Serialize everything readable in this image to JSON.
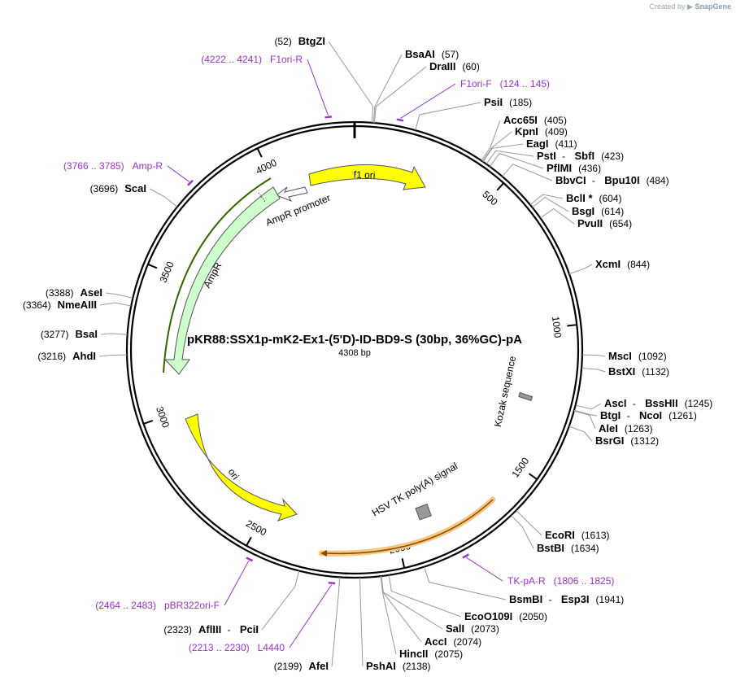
{
  "credit": {
    "prefix": "Created by",
    "brand": "SnapGene"
  },
  "plasmid": {
    "name": "pKR88:SSX1p-mK2-Ex1-(5'D)-ID-BD9-S (30bp, 36%GC)-pA",
    "size_label": "4308 bp",
    "length": 4308
  },
  "ticks": [
    {
      "label": "500",
      "pos": 500
    },
    {
      "label": "1000",
      "pos": 1000
    },
    {
      "label": "1500",
      "pos": 1500
    },
    {
      "label": "2000",
      "pos": 2000
    },
    {
      "label": "2500",
      "pos": 2500
    },
    {
      "label": "3000",
      "pos": 3000
    },
    {
      "label": "3500",
      "pos": 3500
    },
    {
      "label": "4000",
      "pos": 4000
    }
  ],
  "sites": [
    {
      "name": "BtgZI",
      "pos": "(52)",
      "p": 52,
      "posFirst": true
    },
    {
      "name": "BsaAI",
      "pos": "(57)",
      "p": 57
    },
    {
      "name": "DraIII",
      "pos": "(60)",
      "p": 60
    },
    {
      "name": "PsiI",
      "pos": "(185)",
      "p": 185
    },
    {
      "name": "Acc65I",
      "pos": "(405)",
      "p": 405
    },
    {
      "name": "KpnI",
      "pos": "(409)",
      "p": 409
    },
    {
      "name": "EagI",
      "pos": "(411)",
      "p": 411
    },
    {
      "name": "PstI",
      "name2": "SbfI",
      "pos": "(423)",
      "p": 423
    },
    {
      "name": "PflMI",
      "pos": "(436)",
      "p": 436
    },
    {
      "name": "BbvCI",
      "name2": "Bpu10I",
      "pos": "(484)",
      "p": 484
    },
    {
      "name": "BclI *",
      "pos": "(604)",
      "p": 604
    },
    {
      "name": "BsgI",
      "pos": "(614)",
      "p": 614
    },
    {
      "name": "PvuII",
      "pos": "(654)",
      "p": 654
    },
    {
      "name": "XcmI",
      "pos": "(844)",
      "p": 844
    },
    {
      "name": "MscI",
      "pos": "(1092)",
      "p": 1092
    },
    {
      "name": "BstXI",
      "pos": "(1132)",
      "p": 1132
    },
    {
      "name": "AscI",
      "name2": "BssHII",
      "pos": "(1245)",
      "p": 1245
    },
    {
      "name": "BtgI",
      "name2": "NcoI",
      "pos": "(1261)",
      "p": 1261
    },
    {
      "name": "AleI",
      "pos": "(1263)",
      "p": 1263
    },
    {
      "name": "BsrGI",
      "pos": "(1312)",
      "p": 1312
    },
    {
      "name": "EcoRI",
      "pos": "(1613)",
      "p": 1613
    },
    {
      "name": "BstBI",
      "pos": "(1634)",
      "p": 1634
    },
    {
      "name": "BsmBI",
      "name2": "Esp3I",
      "pos": "(1941)",
      "p": 1941
    },
    {
      "name": "EcoO109I",
      "pos": "(2050)",
      "p": 2050
    },
    {
      "name": "SalI",
      "pos": "(2073)",
      "p": 2073
    },
    {
      "name": "AccI",
      "pos": "(2074)",
      "p": 2074
    },
    {
      "name": "HincII",
      "pos": "(2075)",
      "p": 2075
    },
    {
      "name": "PshAI",
      "pos": "(2138)",
      "p": 2138
    },
    {
      "name": "AfeI",
      "pos": "(2199)",
      "p": 2199,
      "posFirst": true
    },
    {
      "name": "AflIII",
      "name2": "PciI",
      "pos": "(2323)",
      "p": 2323,
      "posFirst": true
    },
    {
      "name": "AhdI",
      "pos": "(3216)",
      "p": 3216,
      "posFirst": true
    },
    {
      "name": "BsaI",
      "pos": "(3277)",
      "p": 3277,
      "posFirst": true
    },
    {
      "name": "NmeAIII",
      "pos": "(3364)",
      "p": 3364,
      "posFirst": true
    },
    {
      "name": "AseI",
      "pos": "(3388)",
      "p": 3388,
      "posFirst": true
    },
    {
      "name": "ScaI",
      "pos": "(3696)",
      "p": 3696,
      "posFirst": true
    }
  ],
  "primers": [
    {
      "name": "F1ori-R",
      "range": "(4222 .. 4241)",
      "p": 4231,
      "rangeFirst": true
    },
    {
      "name": "F1ori-F",
      "range": "(124 .. 145)",
      "p": 134
    },
    {
      "name": "TK-pA-R",
      "range": "(1806 .. 1825)",
      "p": 1815
    },
    {
      "name": "L4440",
      "range": "(2213 .. 2230)",
      "p": 2221,
      "rangeFirst": true
    },
    {
      "name": "pBR322ori-F",
      "range": "(2464 .. 2483)",
      "p": 2473,
      "rangeFirst": true
    },
    {
      "name": "Amp-R",
      "range": "(3766 .. 3785)",
      "p": 3775,
      "rangeFirst": true
    }
  ],
  "features": [
    {
      "name": "f1 ori",
      "color": "#ffff00"
    },
    {
      "name": "AmpR promoter",
      "color": "#ffffff"
    },
    {
      "name": "AmpR",
      "color": "#ccffcc"
    },
    {
      "name": "ori",
      "color": "#ffff00"
    },
    {
      "name": "HSV TK poly(A) signal",
      "color": "#999999"
    },
    {
      "name": "Kozak sequence",
      "color": "#999999"
    }
  ],
  "colors": {
    "primer": "#9933cc",
    "backbone": "#000000",
    "orf_line": "#336600",
    "polyA_hl": "#f4c680"
  }
}
